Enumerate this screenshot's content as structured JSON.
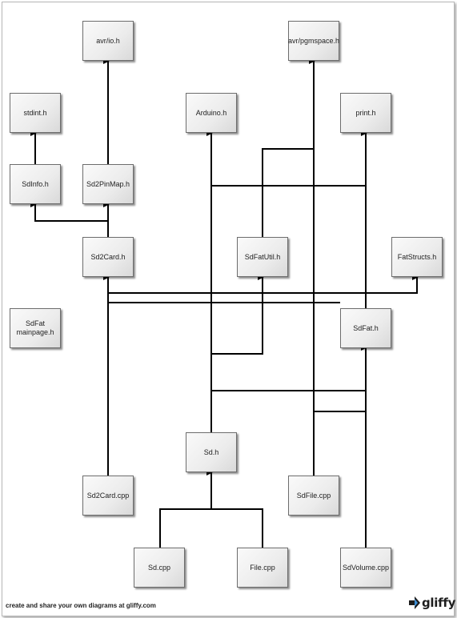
{
  "nodes": {
    "avr_io": "avr/io.h",
    "avr_pgmspace": "avr/pgmspace.h",
    "stdint": "stdint.h",
    "arduino": "Arduino.h",
    "print": "print.h",
    "sdinfo": "SdInfo.h",
    "sd2pinmap": "Sd2PinMap.h",
    "sd2card_h": "Sd2Card.h",
    "sdfatutil": "SdFatUtil.h",
    "fatstructs": "FatStructs.h",
    "sdfat_mainpage": "SdFat\nmainpage.h",
    "sdfat_h": "SdFat.h",
    "sd_h": "Sd.h",
    "sd2card_cpp": "Sd2Card.cpp",
    "sdfile_cpp": "SdFile.cpp",
    "sd_cpp": "Sd.cpp",
    "file_cpp": "File.cpp",
    "sdvolume_cpp": "SdVolume.cpp"
  },
  "footer": {
    "text": "create and share your own diagrams at gliffy.com",
    "logo": "gliffy",
    "logo_icon": "gliffy-arrow-icon"
  }
}
